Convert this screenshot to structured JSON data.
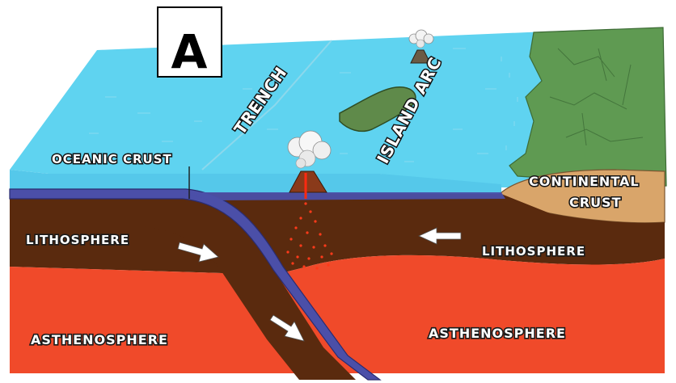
{
  "panel_label": "A",
  "labels": {
    "oceanic_crust": "OCEANIC CRUST",
    "trench": "TRENCH",
    "island_arc": "ISLAND ARC",
    "continental_crust_line1": "CONTINENTAL",
    "continental_crust_line2": "CRUST",
    "lithosphere_left": "LITHOSPHERE",
    "lithosphere_right": "LITHOSPHERE",
    "asthenosphere_left": "ASTHENOSPHERE",
    "asthenosphere_right": "ASTHENOSPHERE"
  },
  "colors": {
    "ocean": "#5fd3f0",
    "ocean_shallow": "#7fe0f5",
    "oceanic_crust": "#4b4fa8",
    "lithosphere": "#5a2a0e",
    "asthenosphere": "#f04a2a",
    "continent_land": "#5f9a52",
    "continental_crust": "#d9a56a",
    "island": "#5f8a4a",
    "volcano": "#8a3a1a",
    "magma": "#ff2a10"
  }
}
